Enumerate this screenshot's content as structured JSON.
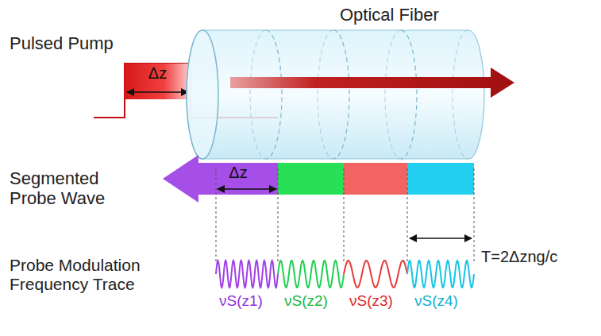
{
  "diagram": {
    "nodes": [
      {
        "text": [
          "Δz"
        ]
      },
      {
        "text": [
          "Δz"
        ]
      }
    ],
    "labels": [
      "Optical Fiber",
      "Pulsed Pump",
      "Segmented Probe Wave",
      "T=2Δzng/c",
      "Probe Modulation Frequency Trace",
      "νS(z1)",
      "νS(z2)",
      "νS(z3)",
      "νS(z4)"
    ]
  }
}
